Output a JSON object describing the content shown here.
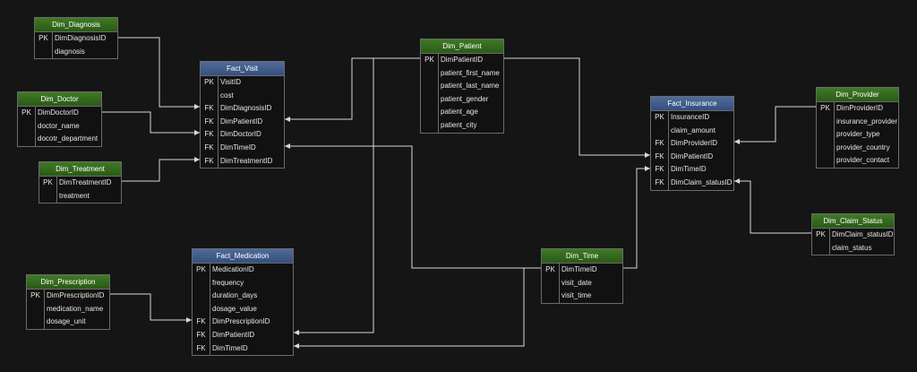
{
  "entities": {
    "dim_diagnosis": {
      "title": "Dim_Diagnosis",
      "rows": [
        [
          "PK",
          "DimDiagnosisID"
        ],
        [
          "",
          "diagnosis"
        ]
      ]
    },
    "dim_doctor": {
      "title": "Dim_Doctor",
      "rows": [
        [
          "PK",
          "DimDoctorID"
        ],
        [
          "",
          "doctor_name"
        ],
        [
          "",
          "docotr_department"
        ]
      ]
    },
    "dim_treatment": {
      "title": "Dim_Treatment",
      "rows": [
        [
          "PK",
          "DimTreatmentID"
        ],
        [
          "",
          "treatment"
        ]
      ]
    },
    "fact_visit": {
      "title": "Fact_Visit",
      "rows": [
        [
          "PK",
          "VisitID"
        ],
        [
          "",
          "cost"
        ],
        [
          "FK",
          "DimDiagnosisID"
        ],
        [
          "FK",
          "DimPatientID"
        ],
        [
          "FK",
          "DimDoctorID"
        ],
        [
          "FK",
          "DimTimeID"
        ],
        [
          "FK",
          "DimTreatmentID"
        ]
      ]
    },
    "dim_patient": {
      "title": "Dim_Patient",
      "rows": [
        [
          "PK",
          "DimPatientID"
        ],
        [
          "",
          "patient_first_name"
        ],
        [
          "",
          "patient_last_name"
        ],
        [
          "",
          "patient_gender"
        ],
        [
          "",
          "patient_age"
        ],
        [
          "",
          "patient_city"
        ]
      ]
    },
    "fact_insurance": {
      "title": "Fact_Insurance",
      "rows": [
        [
          "PK",
          "InsuranceID"
        ],
        [
          "",
          "claim_amount"
        ],
        [
          "FK",
          "DimProviderID"
        ],
        [
          "FK",
          "DimPatientID"
        ],
        [
          "FK",
          "DimTimeID"
        ],
        [
          "FK",
          "DimClaim_statusID"
        ]
      ]
    },
    "dim_provider": {
      "title": "Dim_Provider",
      "rows": [
        [
          "PK",
          "DimProviderID"
        ],
        [
          "",
          "insurance_provider"
        ],
        [
          "",
          "provider_type"
        ],
        [
          "",
          "provider_country"
        ],
        [
          "",
          "provider_contact"
        ]
      ]
    },
    "dim_claim_status": {
      "title": "Dim_Claim_Status",
      "rows": [
        [
          "PK",
          "DimClaim_statusID"
        ],
        [
          "",
          "claim_status"
        ]
      ]
    },
    "dim_prescription": {
      "title": "Dim_Prescription",
      "rows": [
        [
          "PK",
          "DimPrescriptionID"
        ],
        [
          "",
          "medication_name"
        ],
        [
          "",
          "dosage_unit"
        ]
      ]
    },
    "fact_medication": {
      "title": "Fact_Medication",
      "rows": [
        [
          "PK",
          "MedicationID"
        ],
        [
          "",
          "frequency"
        ],
        [
          "",
          "duration_days"
        ],
        [
          "",
          "dosage_value"
        ],
        [
          "FK",
          "DimPrescriptionID"
        ],
        [
          "FK",
          "DimPatientID"
        ],
        [
          "FK",
          "DimTimeID"
        ]
      ]
    },
    "dim_time": {
      "title": "Dim_Time",
      "rows": [
        [
          "PK",
          "DimTimeID"
        ],
        [
          "",
          "visit_date"
        ],
        [
          "",
          "visit_time"
        ]
      ]
    }
  },
  "colors": {
    "dim_header": "#2f6a1c",
    "fact_header": "#3f5a8a",
    "line": "#d8d8d8",
    "background": "#151515"
  },
  "relationships": [
    {
      "from": "Dim_Diagnosis.DimDiagnosisID",
      "to": "Fact_Visit.DimDiagnosisID"
    },
    {
      "from": "Dim_Doctor.DimDoctorID",
      "to": "Fact_Visit.DimDoctorID"
    },
    {
      "from": "Dim_Treatment.DimTreatmentID",
      "to": "Fact_Visit.DimTreatmentID"
    },
    {
      "from": "Dim_Patient.DimPatientID",
      "to": "Fact_Visit.DimPatientID"
    },
    {
      "from": "Dim_Patient.DimPatientID",
      "to": "Fact_Medication.DimPatientID"
    },
    {
      "from": "Dim_Patient.DimPatientID",
      "to": "Fact_Insurance.DimPatientID"
    },
    {
      "from": "Dim_Time.DimTimeID",
      "to": "Fact_Visit.DimTimeID"
    },
    {
      "from": "Dim_Time.DimTimeID",
      "to": "Fact_Insurance.DimTimeID"
    },
    {
      "from": "Dim_Time.DimTimeID",
      "to": "Fact_Medication.DimTimeID"
    },
    {
      "from": "Dim_Prescription.DimPrescriptionID",
      "to": "Fact_Medication.DimPrescriptionID"
    },
    {
      "from": "Dim_Provider.DimProviderID",
      "to": "Fact_Insurance.DimProviderID"
    },
    {
      "from": "Dim_Claim_Status.DimClaim_statusID",
      "to": "Fact_Insurance.DimClaim_statusID"
    }
  ]
}
